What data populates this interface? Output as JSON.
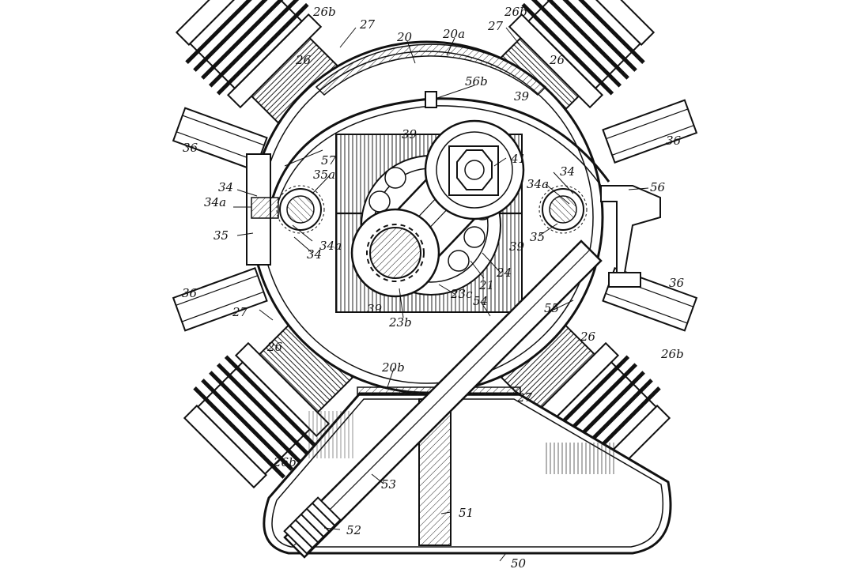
{
  "figure": {
    "kind": "patent-drawing",
    "subject": "radial engine cross-section with X-arranged cylinders",
    "ink_color": "#111111",
    "paper_color": "#ffffff"
  },
  "labels": {
    "l20": "20",
    "l20a": "20a",
    "l20b": "20b",
    "l21": "21",
    "l23b": "23b",
    "l23c": "23c",
    "l24": "24",
    "l26_tl": "26",
    "l26_tr": "26",
    "l26_bl": "26",
    "l26_br": "26",
    "l26b_tl": "26b",
    "l26b_tr": "26b",
    "l26b_bl": "26b",
    "l26b_br": "26b",
    "l27_tl": "27",
    "l27_tr": "27",
    "l27_bl": "27",
    "l27_br": "27",
    "l34_a": "34",
    "l34_b": "34",
    "l34_c": "34",
    "l34a_a": "34a",
    "l34a_b": "34a",
    "l34a_c": "34a",
    "l35_a": "35",
    "l35_b": "35",
    "l35a": "35a",
    "l36_tl": "36",
    "l36_tr": "36",
    "l36_bl": "36",
    "l36_br": "36",
    "l39_a": "39",
    "l39_b": "39",
    "l39_c": "39",
    "l39_d": "39",
    "l41": "41",
    "l51": "51",
    "l52": "52",
    "l53": "53",
    "l54": "54",
    "l55": "55",
    "l56": "56",
    "l56b": "56b",
    "l57": "57",
    "l50": "50"
  }
}
